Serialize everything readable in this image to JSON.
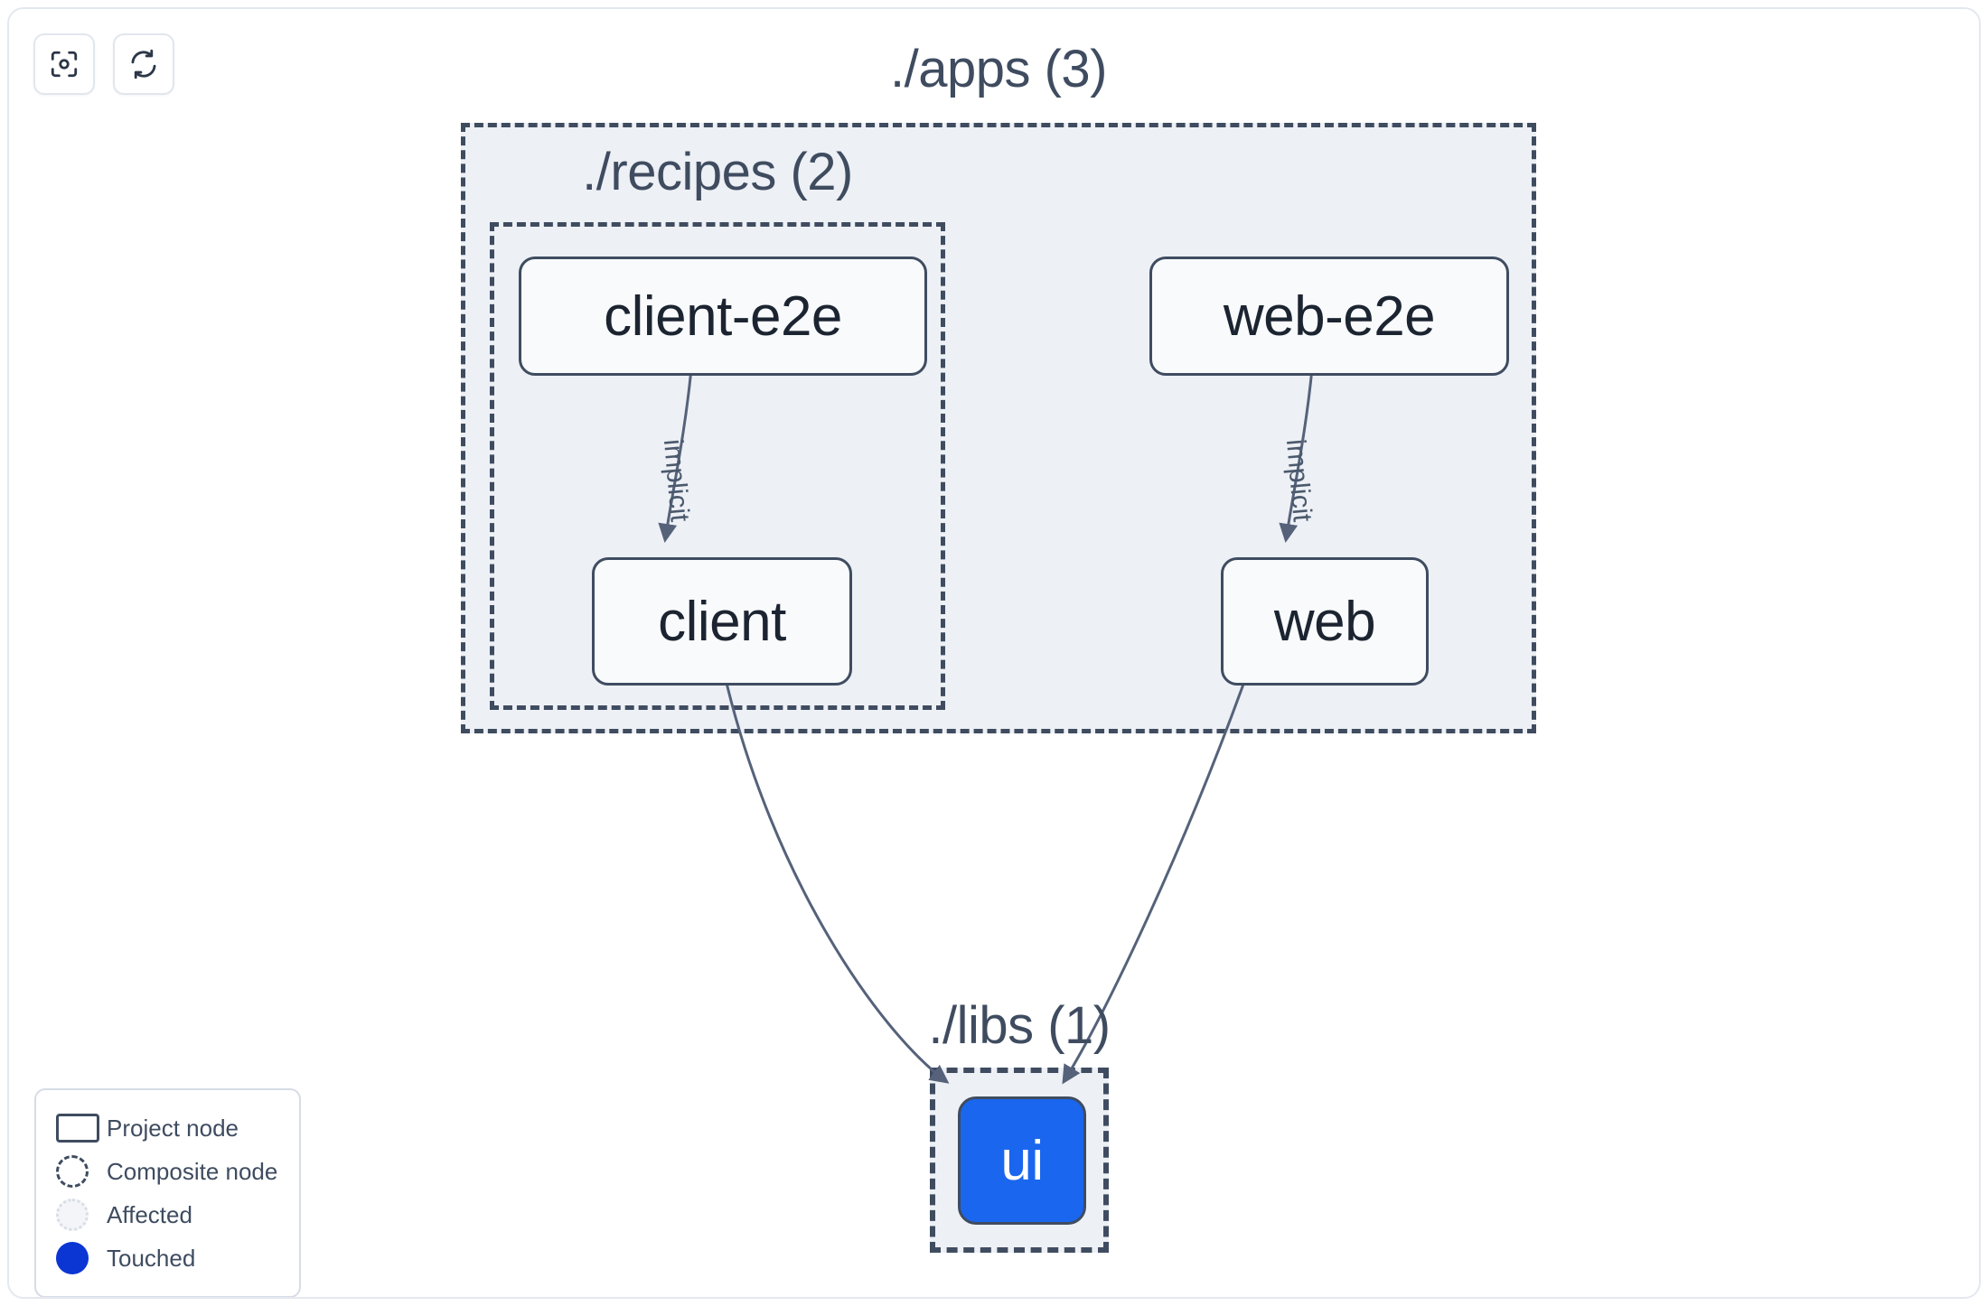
{
  "toolbar": {
    "buttons": [
      {
        "name": "focus-graph-button",
        "icon": "focus-target-icon",
        "label": ""
      },
      {
        "name": "refresh-graph-button",
        "icon": "refresh-icon",
        "label": ""
      }
    ]
  },
  "graph": {
    "composites": [
      {
        "id": "apps",
        "label": "./apps (3)",
        "count": 3
      },
      {
        "id": "recipes",
        "label": "./recipes (2)",
        "count": 2
      },
      {
        "id": "libs",
        "label": "./libs (1)",
        "count": 1
      }
    ],
    "nodes": [
      {
        "id": "client-e2e",
        "label": "client-e2e",
        "state": "project",
        "parent": "recipes"
      },
      {
        "id": "web-e2e",
        "label": "web-e2e",
        "state": "project",
        "parent": "apps"
      },
      {
        "id": "client",
        "label": "client",
        "state": "project",
        "parent": "recipes"
      },
      {
        "id": "web",
        "label": "web",
        "state": "project",
        "parent": "apps"
      },
      {
        "id": "ui",
        "label": "ui",
        "state": "touched",
        "parent": "libs"
      }
    ],
    "edges": [
      {
        "from": "client-e2e",
        "to": "client",
        "label": "implicit"
      },
      {
        "from": "web-e2e",
        "to": "web",
        "label": "implicit"
      },
      {
        "from": "client",
        "to": "ui",
        "label": ""
      },
      {
        "from": "web",
        "to": "ui",
        "label": ""
      }
    ]
  },
  "legend": {
    "items": [
      {
        "marker": "project-node-marker",
        "label": "Project node"
      },
      {
        "marker": "composite-node-marker",
        "label": "Composite node"
      },
      {
        "marker": "affected-marker",
        "label": "Affected"
      },
      {
        "marker": "touched-marker",
        "label": "Touched"
      }
    ]
  },
  "colors": {
    "node_border": "#3f4c60",
    "node_fill": "#f8fafb",
    "composite_fill": "#edf0f5",
    "touched_blue": "#1a66ee",
    "legend_touched_blue": "#0b36d3",
    "edge_stroke": "#55627a",
    "text_dark": "#1c2431",
    "text_slate": "#3f4c60"
  }
}
